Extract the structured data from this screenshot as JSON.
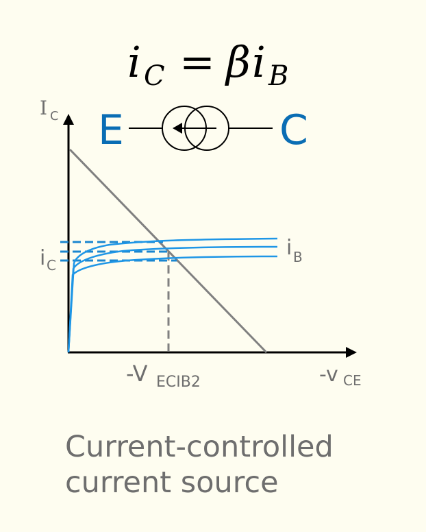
{
  "equation": {
    "lhs": "i",
    "lhs_sub": "C",
    "op": "=",
    "coef": "β",
    "rhs": "i",
    "rhs_sub": "B"
  },
  "symbol": {
    "left_terminal": "E",
    "right_terminal": "C",
    "element": "current-controlled-current-source",
    "arrow_direction": "left"
  },
  "axes": {
    "y_label": "I",
    "y_label_sub": "C",
    "x_label": "-v",
    "x_label_sub": "CE",
    "x_marker": "-V",
    "x_marker_sub": "ECIB2",
    "y_marker": "i",
    "y_marker_sub": "C",
    "curve_label": "i",
    "curve_label_sub": "B"
  },
  "colors": {
    "background": "#fefdf0",
    "terminal_blue": "#0a6db4",
    "curve_blue": "#1e96e6",
    "dash_blue": "#1a86cf",
    "gray_text": "#6e6e6e",
    "load_line": "#808080",
    "axis": "#000000"
  },
  "caption": {
    "line1": "Current-controlled",
    "line2": "current source"
  }
}
